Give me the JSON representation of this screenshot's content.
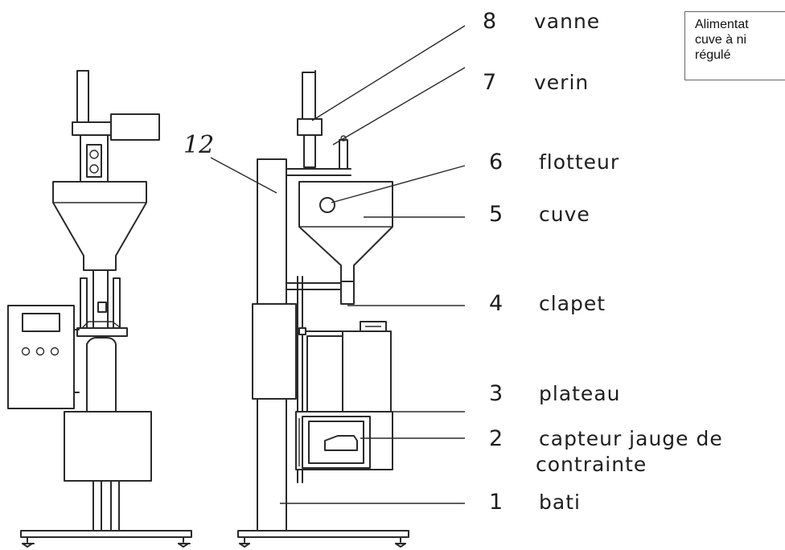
{
  "figure": {
    "note_lines": [
      "Alimentat",
      "cuve à ni",
      "régulé"
    ],
    "handwritten_ref": "12",
    "callouts": [
      {
        "number": "8",
        "label": "vanne"
      },
      {
        "number": "7",
        "label": "verin"
      },
      {
        "number": "6",
        "label": "flotteur"
      },
      {
        "number": "5",
        "label": "cuve"
      },
      {
        "number": "4",
        "label": "clapet"
      },
      {
        "number": "3",
        "label": "plateau"
      },
      {
        "number": "2",
        "label": "capteur jauge de",
        "label_cont": "contrainte"
      },
      {
        "number": "1",
        "label": "bati"
      }
    ]
  }
}
